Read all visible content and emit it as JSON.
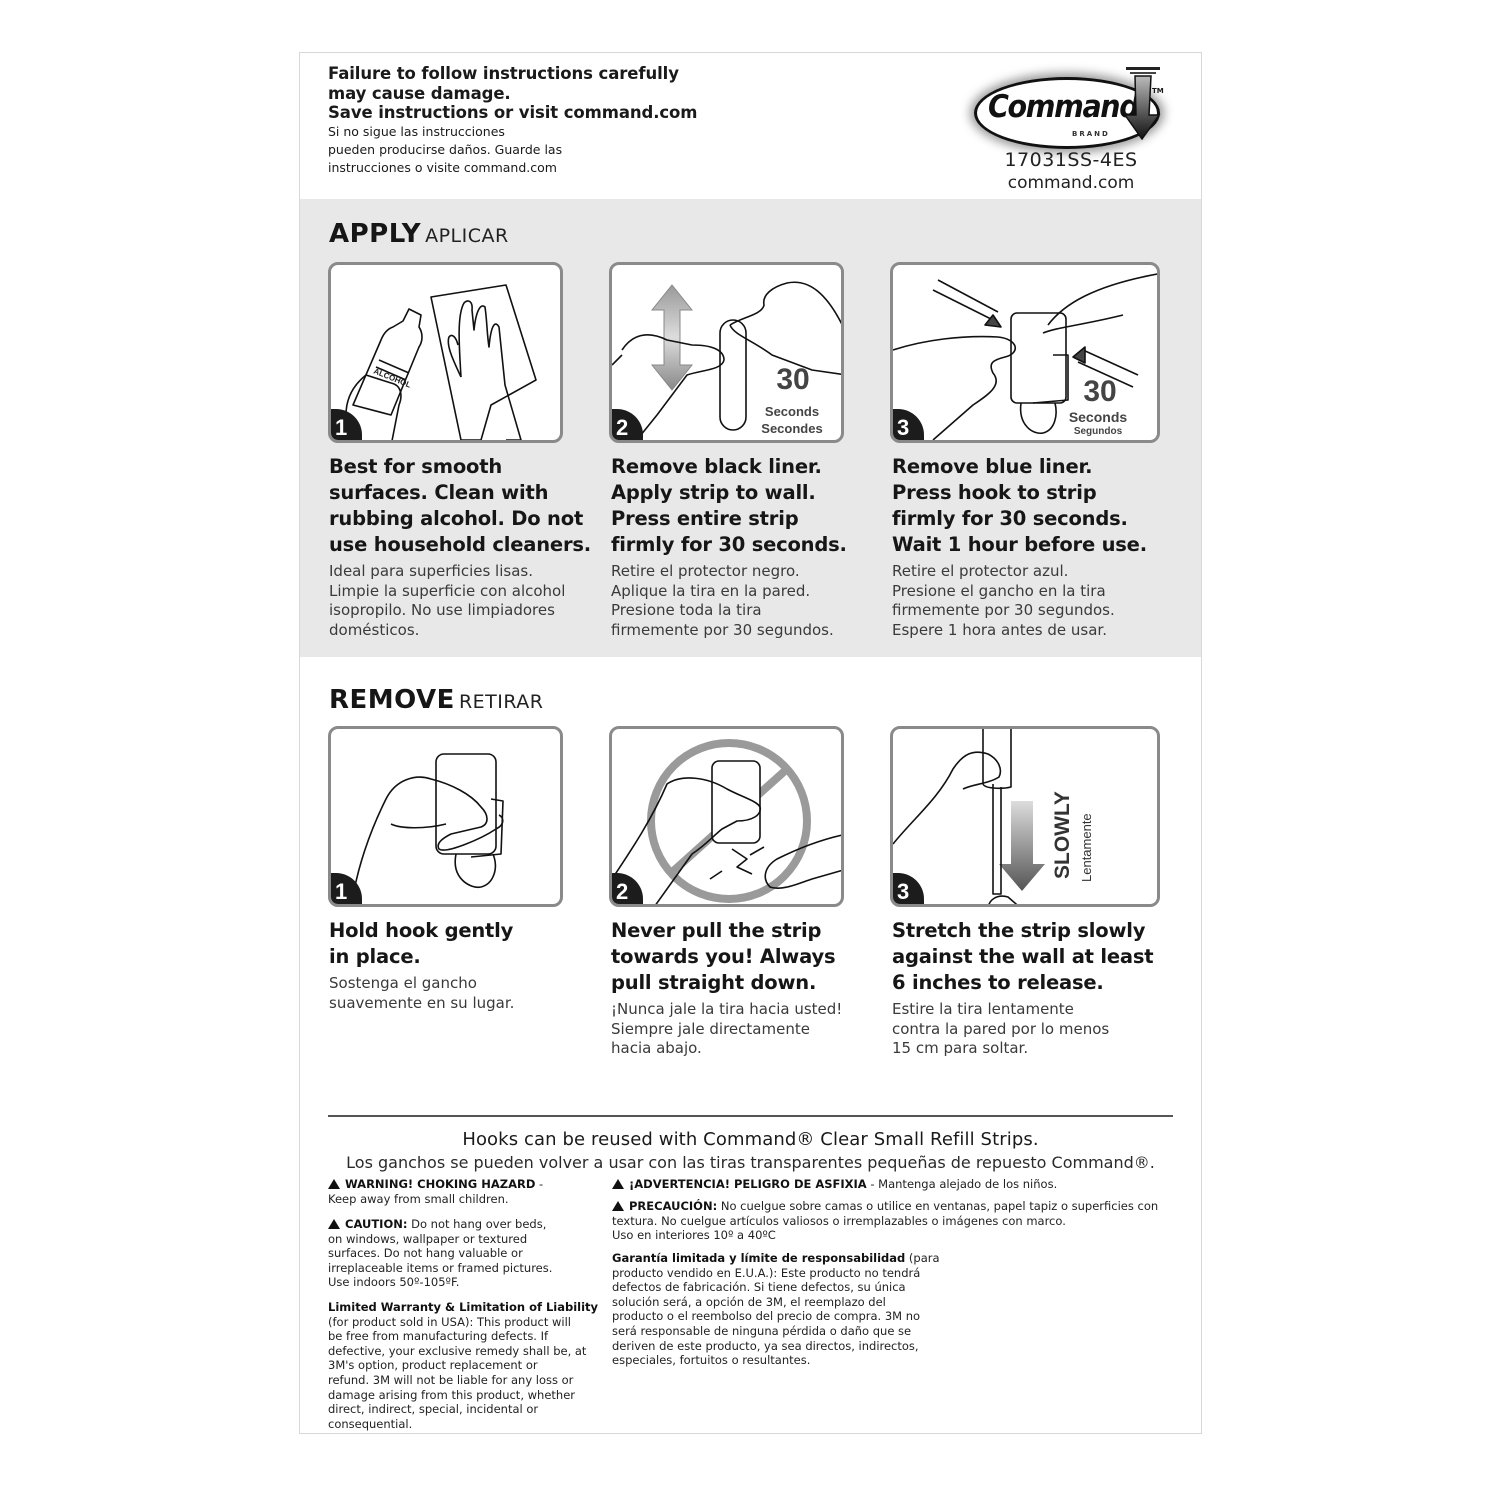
{
  "header": {
    "warning_en": [
      "Failure to follow instructions carefully",
      "may cause damage.",
      "Save instructions or visit command.com"
    ],
    "warning_es": [
      "Si no sigue las instrucciones",
      "pueden producirse daños. Guarde las",
      "instrucciones o visite command.com"
    ],
    "logo": {
      "word": "Command",
      "brand": "BRAND",
      "tm": "TM"
    },
    "sku": "17031SS-4ES",
    "website": "command.com"
  },
  "apply": {
    "title": "APPLY",
    "title_es": "APLICAR",
    "steps": [
      {
        "number": "1",
        "illustration": "clean-surface-alcohol",
        "bottle_label": "ALCOHOL",
        "text_en": [
          "Best for smooth",
          "surfaces. Clean with",
          "rubbing alcohol. Do not",
          "use household cleaners."
        ],
        "text_es": [
          "Ideal para superficies lisas.",
          "Limpie la superficie con alcohol",
          "isopropilo. No use limpiadores",
          "domésticos."
        ]
      },
      {
        "number": "2",
        "illustration": "apply-strip-to-wall",
        "timer_value": "30",
        "timer_label_1": "Seconds",
        "timer_label_2": "Secondes",
        "text_en": [
          "Remove black liner.",
          "Apply strip to wall.",
          "Press entire strip",
          "firmly for 30 seconds."
        ],
        "text_es": [
          "Retire el protector negro.",
          "Aplique la tira en la pared.",
          "Presione toda la tira",
          "firmemente por 30 segundos."
        ]
      },
      {
        "number": "3",
        "illustration": "press-hook-to-strip",
        "timer_value": "30",
        "timer_label_1": "Seconds",
        "timer_label_2": "Segundos",
        "text_en": [
          "Remove blue liner.",
          "Press hook to strip",
          "firmly for 30 seconds.",
          "Wait 1 hour before use."
        ],
        "text_es": [
          "Retire el protector azul.",
          "Presione el gancho en la tira",
          "firmemente por 30 segundos.",
          "Espere 1 hora antes de usar."
        ]
      }
    ]
  },
  "remove": {
    "title": "REMOVE",
    "title_es": "RETIRAR",
    "steps": [
      {
        "number": "1",
        "illustration": "hold-hook",
        "text_en": [
          "Hold hook gently",
          "in place."
        ],
        "text_es": [
          "Sostenga el gancho",
          "suavemente en su lugar."
        ]
      },
      {
        "number": "2",
        "illustration": "do-not-pull-toward-you",
        "text_en": [
          "Never pull the strip",
          "towards you! Always",
          "pull straight down."
        ],
        "text_es": [
          "¡Nunca jale la tira hacia usted!",
          "Siempre jale directamente",
          "hacia abajo."
        ]
      },
      {
        "number": "3",
        "illustration": "stretch-strip-down",
        "direction_label": "SLOWLY",
        "direction_label_es": "Lentamente",
        "text_en": [
          "Stretch the strip slowly",
          "against the wall at least",
          "6 inches to release."
        ],
        "text_es": [
          "Estire la tira lentamente",
          "contra la pared por lo menos",
          "15 cm para soltar."
        ]
      }
    ]
  },
  "footer": {
    "reuse_en": "Hooks can be reused with Command® Clear Small Refill Strips.",
    "reuse_es": "Los ganchos se pueden volver a usar con las tiras transparentes pequeñas de repuesto Command®.",
    "left": {
      "warning_title": "WARNING! CHOKING HAZARD",
      "warning_sep": " -",
      "warning_body": "Keep away from small children.",
      "caution_title": "CAUTION:",
      "caution_lines": [
        " Do not hang over beds,",
        "on windows, wallpaper or textured",
        "surfaces. Do not hang valuable or",
        "irreplaceable items or framed pictures.",
        "Use indoors 50º-105ºF."
      ],
      "warranty_title": "Limited Warranty & Limitation of Liability",
      "warranty_lines": [
        "(for product sold in USA): This product will",
        "be free from manufacturing defects. If",
        "defective, your exclusive remedy shall be, at",
        "3M's option, product replacement or",
        "refund. 3M will not be liable for any loss or",
        "damage arising from this product, whether",
        "direct, indirect, special, incidental or",
        "consequential."
      ]
    },
    "right": {
      "warning_title": "¡ADVERTENCIA! PELIGRO DE ASFIXIA",
      "warning_body": " - Mantenga alejado de los niños.",
      "caution_title": "PRECAUCIÓN:",
      "caution_lines": [
        " No cuelgue sobre camas o utilice en ventanas, papel tapiz o superficies con",
        "textura. No cuelgue artículos valiosos o irremplazables o imágenes con marco.",
        "Uso en interiores 10º a 40ºC"
      ],
      "warranty_title": "Garantía limitada y límite de responsabilidad",
      "warranty_lines_first": " (para",
      "warranty_lines": [
        "producto vendido en E.U.A.): Este producto no tendrá",
        "defectos de fabricación. Si tiene defectos, su única",
        "solución será, a opción de 3M, el reemplazo del",
        "producto o el reembolso del precio de compra. 3M no",
        "será responsable de ninguna pérdida o daño que se",
        "deriven de este producto, ya sea directos, indirectos,",
        "especiales, fortuitos o resultantes."
      ]
    }
  },
  "colors": {
    "apply_bg": "#e8e8e8",
    "panel_border": "#8a8a8a",
    "badge": "#1c1c1c",
    "text": "#161616"
  }
}
